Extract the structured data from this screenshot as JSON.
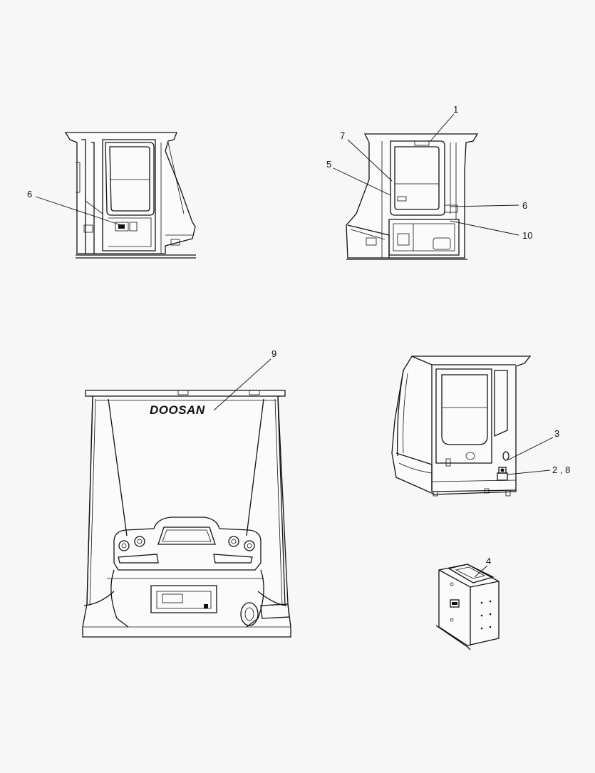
{
  "diagram": {
    "callouts": [
      "1",
      "7",
      "5",
      "6",
      "6",
      "10",
      "9",
      "3",
      "2 , 8",
      "4"
    ],
    "logo_text": "DOOSAN"
  }
}
